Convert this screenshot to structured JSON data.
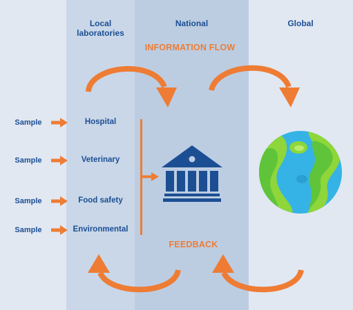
{
  "columns": {
    "local": "Local\nlaboratories",
    "national": "National",
    "global": "Global"
  },
  "flows": {
    "information": "INFORMATION FLOW",
    "feedback": "FEEDBACK"
  },
  "samples": [
    {
      "sample": "Sample",
      "lab": "Hospital"
    },
    {
      "sample": "Sample",
      "lab": "Veterinary"
    },
    {
      "sample": "Sample",
      "lab": "Food safety"
    },
    {
      "sample": "Sample",
      "lab": "Environmental"
    }
  ],
  "icons": {
    "national": "government-building-icon",
    "global": "globe-icon"
  },
  "colors": {
    "accent": "#ee7c34",
    "navy": "#1c4e93",
    "ocean": "#35b3e6",
    "land": "#8ed63a"
  }
}
